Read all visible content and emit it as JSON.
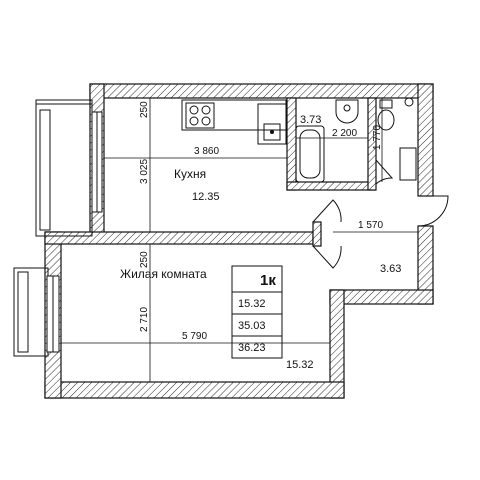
{
  "kitchen": {
    "label": "Кухня",
    "area": "12.35",
    "width_dim": "3 860",
    "height_dim": "3 025",
    "top_dim": "250"
  },
  "living": {
    "label": "Жилая комната",
    "area": "15.32",
    "width_dim": "5 790",
    "height_dim": "2 710",
    "top_dim": "250"
  },
  "bathroom": {
    "area": "3.73",
    "width_dim": "2 200",
    "side_dim": "1 770"
  },
  "hall": {
    "area": "3.63",
    "width_dim": "1 570"
  },
  "summary": {
    "type": "1к",
    "living_area": "15.32",
    "total_area": "35.03",
    "total_with_balcony": "36.23"
  },
  "colors": {
    "line": "#111111",
    "background": "#ffffff"
  }
}
